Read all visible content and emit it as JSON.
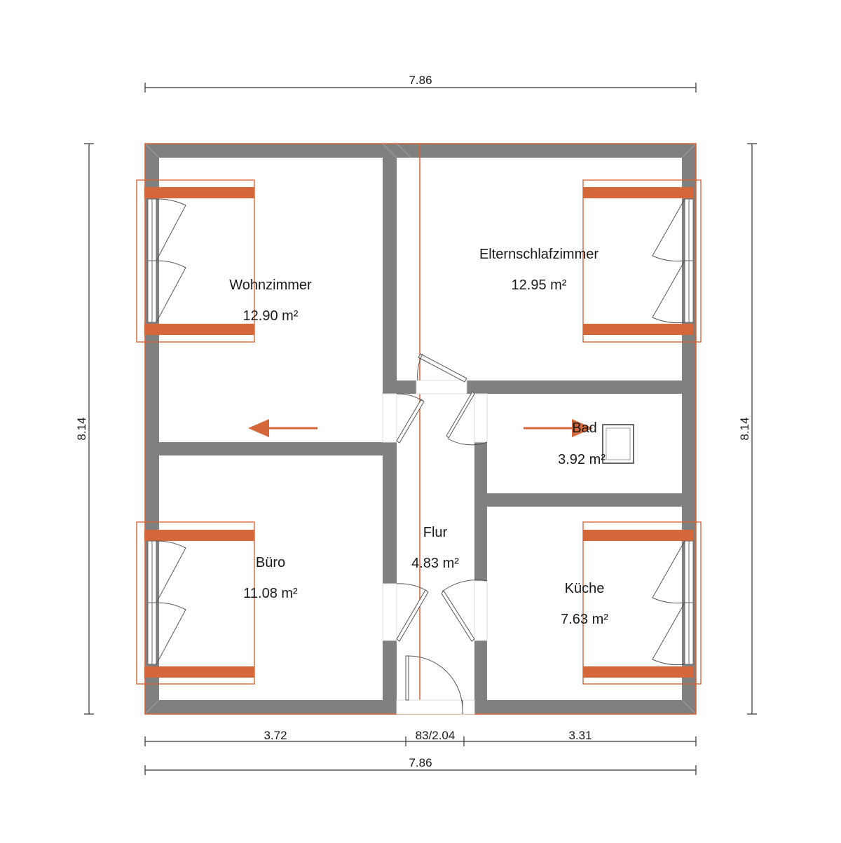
{
  "dimensions": {
    "top_width": "7.86",
    "bottom_width": "7.86",
    "left_height": "8.14",
    "right_height": "8.14",
    "segment_left": "3.72",
    "segment_middle": "83/2.04",
    "segment_right": "3.31"
  },
  "rooms": {
    "wohnzimmer": {
      "name": "Wohnzimmer",
      "area": "12.90 m²"
    },
    "elternschlafzimmer": {
      "name": "Elternschlafzimmer",
      "area": "12.95 m²"
    },
    "bad": {
      "name": "Bad",
      "area": "3.92 m²"
    },
    "flur": {
      "name": "Flur",
      "area": "4.83 m²"
    },
    "buero": {
      "name": "Büro",
      "area": "11.08 m²"
    },
    "kueche": {
      "name": "Küche",
      "area": "7.63 m²"
    }
  },
  "colors": {
    "wall": "#808080",
    "accent": "#d4683a",
    "dimension_line": "#333333",
    "door_line": "#555555"
  }
}
